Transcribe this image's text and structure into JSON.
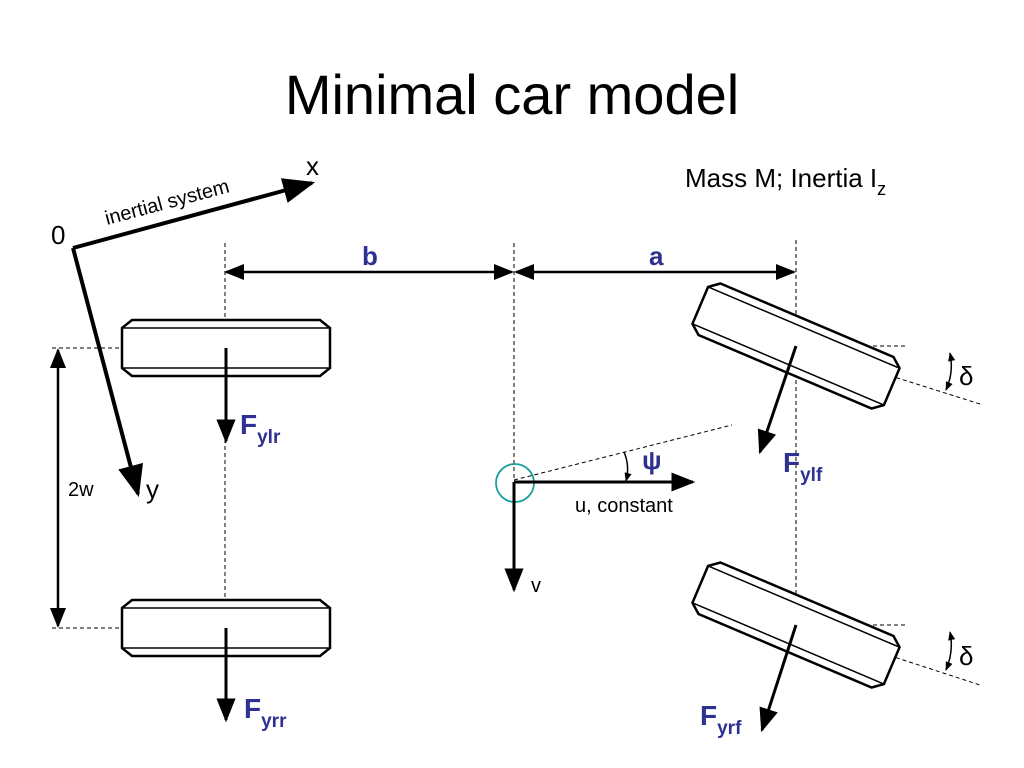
{
  "title": "Minimal car model",
  "mass_label": "Mass M;  Inertia I",
  "mass_sub": "z",
  "frame": {
    "origin": "0",
    "x_axis": "x",
    "y_axis": "y",
    "caption": "inertial system"
  },
  "dimensions": {
    "b": "b",
    "a": "a",
    "track": "2w"
  },
  "body_frame": {
    "u": "u, constant",
    "v": "v",
    "yaw": "ψ"
  },
  "steer_angle": "δ",
  "forces": {
    "rear_left": {
      "main": "F",
      "sub": "ylr"
    },
    "rear_right": {
      "main": "F",
      "sub": "yrr"
    },
    "front_left": {
      "main": "F",
      "sub": "ylf"
    },
    "front_right": {
      "main": "F",
      "sub": "yrf"
    }
  },
  "colors": {
    "force_label": "#2e3192",
    "cg_circle": "#1a9e9e",
    "line": "#000000"
  }
}
